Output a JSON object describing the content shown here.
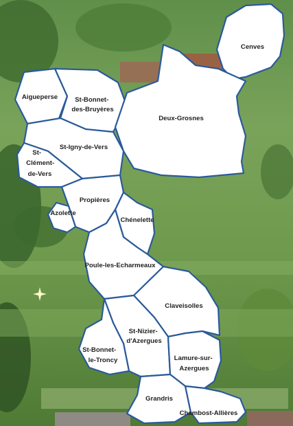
{
  "map": {
    "communes": [
      {
        "id": "cenves",
        "label_lines": [
          "Cenves"
        ]
      },
      {
        "id": "aigueperse",
        "label_lines": [
          "Aigueperse"
        ]
      },
      {
        "id": "st-bonnet-des-bruyeres",
        "label_lines": [
          "St-Bonnet-",
          "des-Bruyères"
        ]
      },
      {
        "id": "deux-grosnes",
        "label_lines": [
          "Deux-Grosnes"
        ]
      },
      {
        "id": "st-igny-de-vers",
        "label_lines": [
          "St-Igny-de-Vers"
        ]
      },
      {
        "id": "st-clement-de-vers",
        "label_lines": [
          "St-",
          "Clément-",
          "de-Vers"
        ]
      },
      {
        "id": "propieres",
        "label_lines": [
          "Propières"
        ]
      },
      {
        "id": "azolette",
        "label_lines": [
          "Azolette"
        ]
      },
      {
        "id": "chenelette",
        "label_lines": [
          "Chénelette"
        ]
      },
      {
        "id": "poule-les-echarmeaux",
        "label_lines": [
          "Poule-les-Echarmeaux"
        ]
      },
      {
        "id": "claveisolles",
        "label_lines": [
          "Claveisolles"
        ]
      },
      {
        "id": "st-nizier-d-azergues",
        "label_lines": [
          "St-Nizier-",
          "d'Azergues"
        ]
      },
      {
        "id": "st-bonnet-le-troncy",
        "label_lines": [
          "St-Bonnet-",
          "le-Troncy"
        ]
      },
      {
        "id": "lamure-sur-azergues",
        "label_lines": [
          "Lamure-sur-",
          "Azergues"
        ]
      },
      {
        "id": "grandris",
        "label_lines": [
          "Grandris"
        ]
      },
      {
        "id": "chambost-allieres",
        "label_lines": [
          "Chambost-Allières"
        ]
      }
    ],
    "colors": {
      "commune_fill": "#ffffff",
      "border": "#2a5a9a",
      "label": "#222222"
    }
  }
}
